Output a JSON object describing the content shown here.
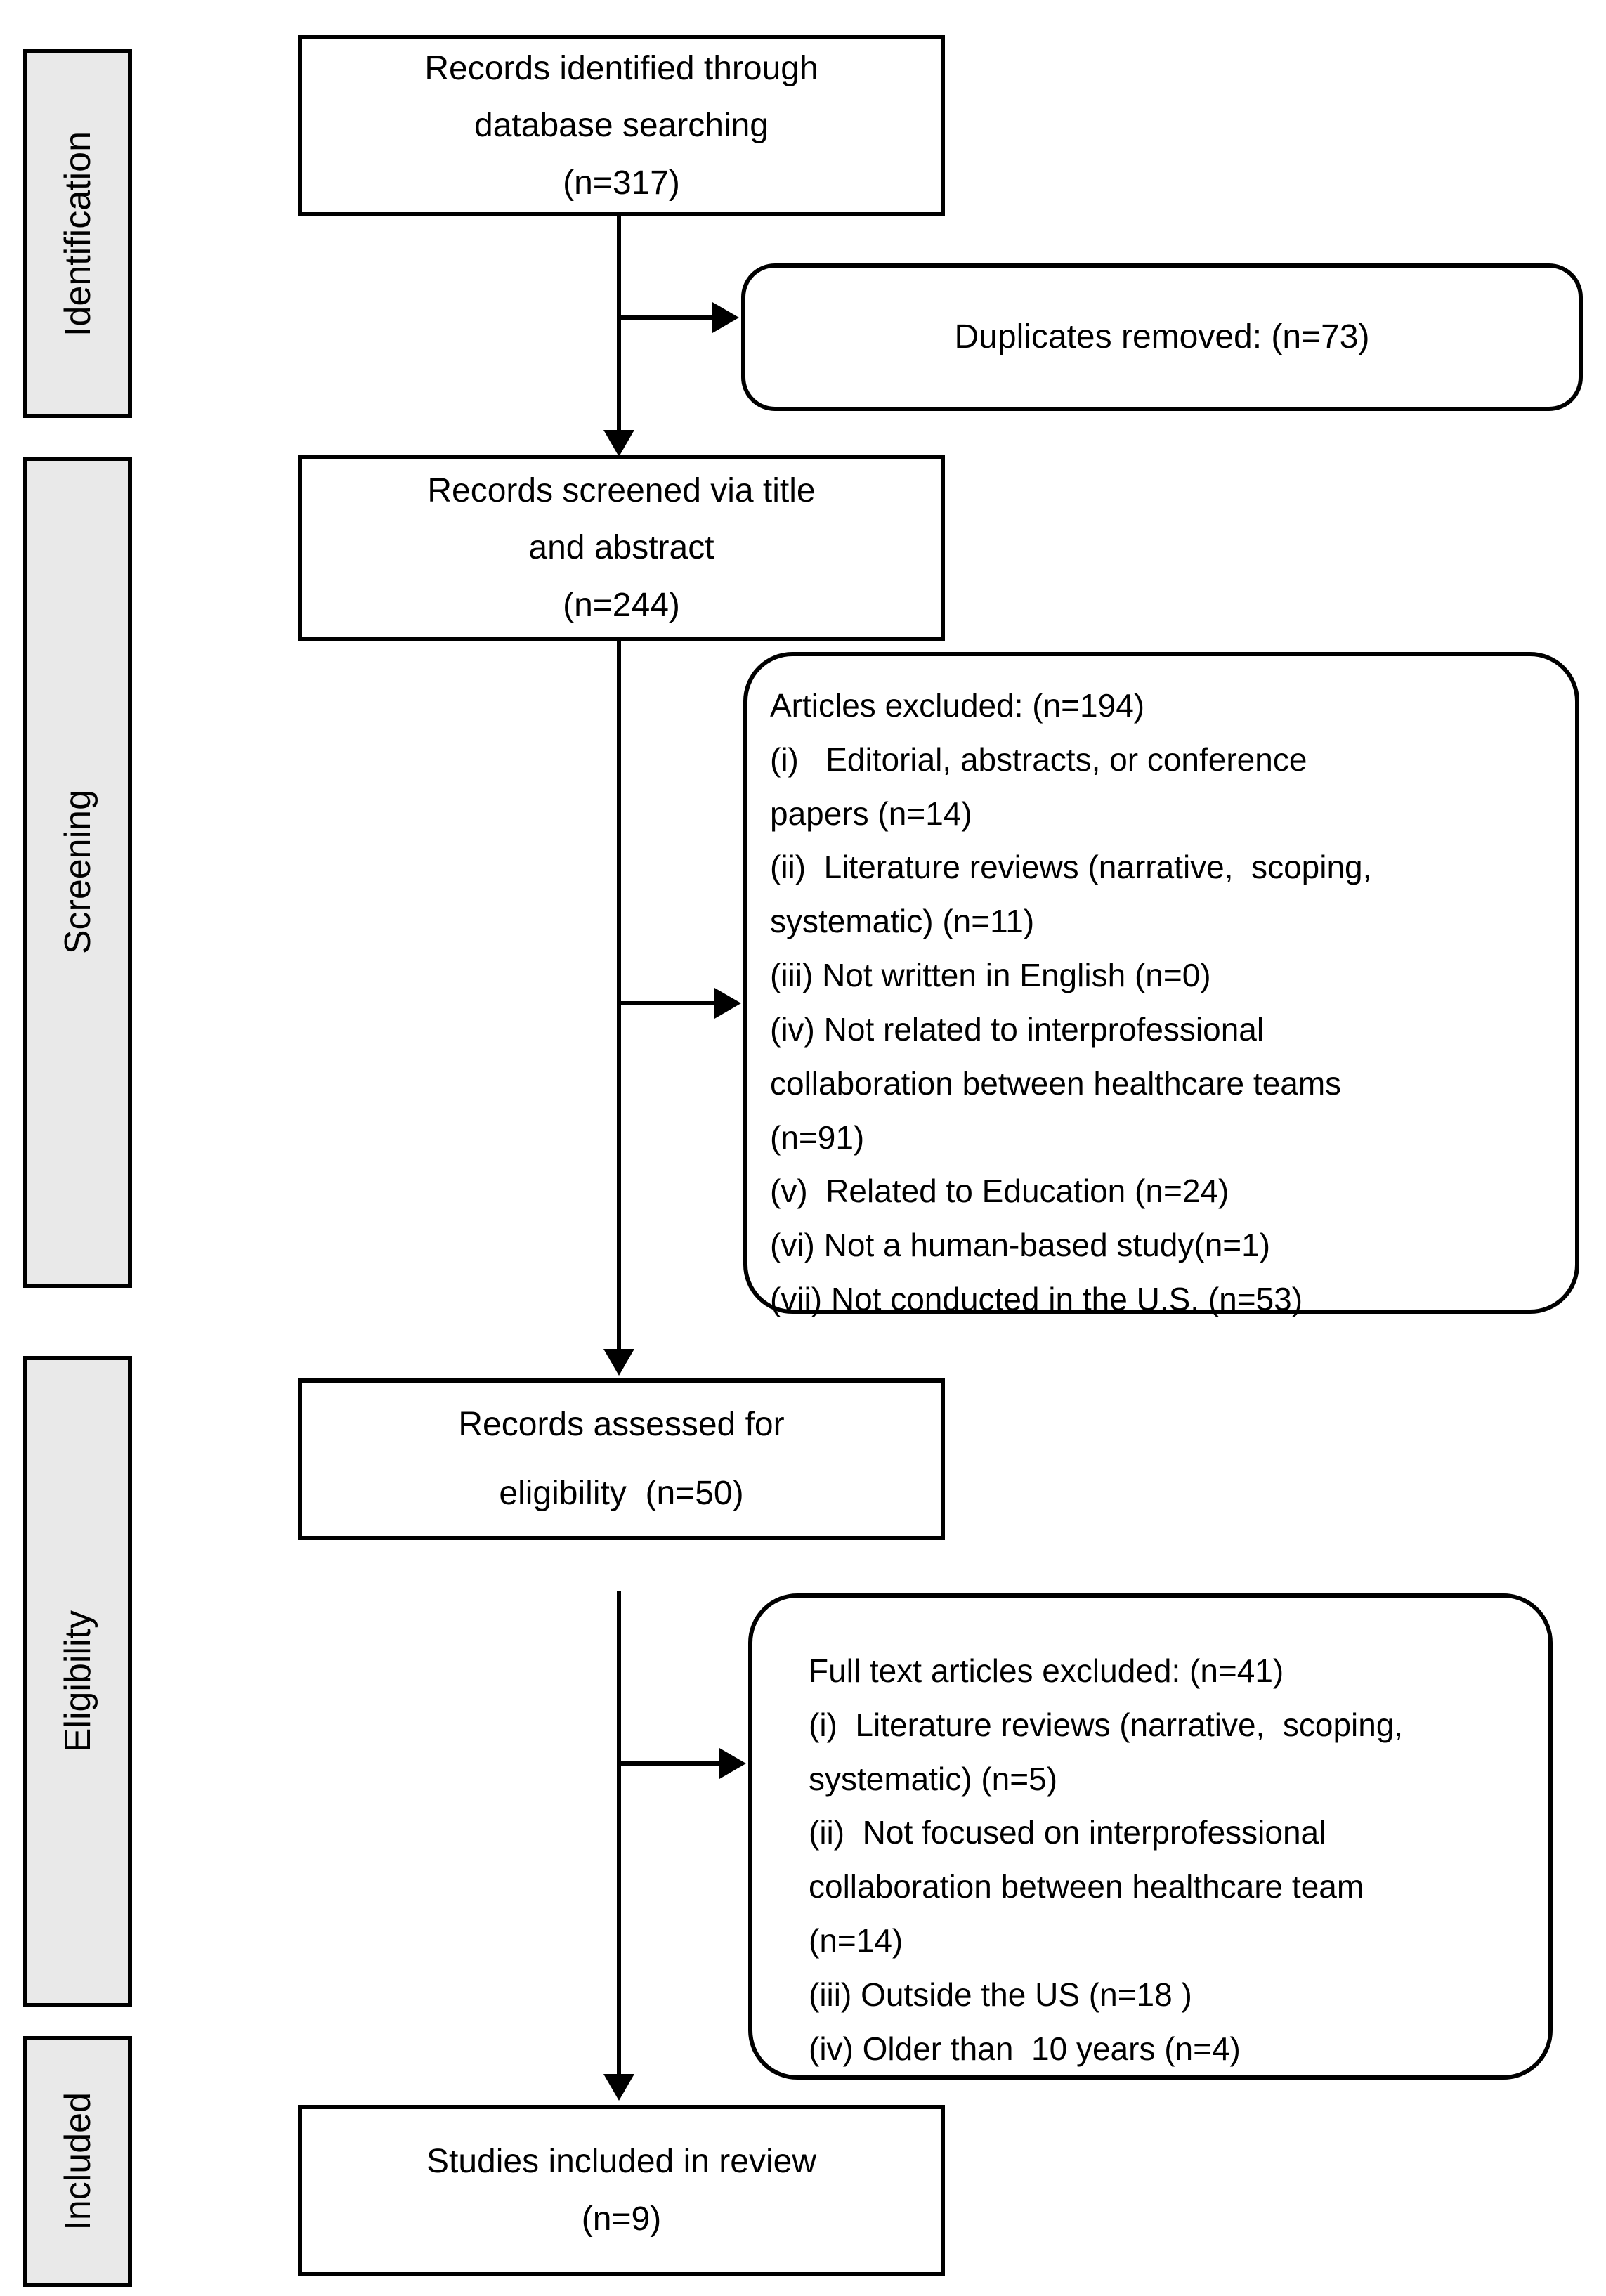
{
  "sidebar": {
    "identification": "Identification",
    "screening": "Screening",
    "eligibility": "Eligibility",
    "included": "Included"
  },
  "flow": {
    "identified": "Records identified through\ndatabase searching\n(n=317)",
    "duplicates": "Duplicates removed: (n=73)",
    "screened": "Records screened via title\nand abstract\n(n=244)",
    "articles_excluded": "Articles excluded: (n=194)\n(i)   Editorial, abstracts, or conference\npapers (n=14)\n(ii)  Literature reviews (narrative,  scoping,\nsystematic) (n=11)\n(iii) Not written in English (n=0)\n(iv) Not related to interprofessional\ncollaboration between healthcare teams\n(n=91)\n(v)  Related to Education (n=24)\n(vi) Not a human-based study(n=1)\n(vii) Not conducted in the U.S. (n=53)",
    "assessed": "Records assessed for\neligibility  (n=50)",
    "fulltext_excluded": "Full text articles excluded: (n=41)\n(i)  Literature reviews (narrative,  scoping,\nsystematic) (n=5)\n(ii)  Not focused on interprofessional\ncollaboration between healthcare team\n(n=14)\n(iii) Outside the US (n=18 )\n(iv) Older than  10 years (n=4)",
    "included": "Studies included in review\n(n=9)"
  },
  "colors": {
    "stage_fill": "#e9e9e9",
    "line": "#000000",
    "background": "#ffffff"
  }
}
